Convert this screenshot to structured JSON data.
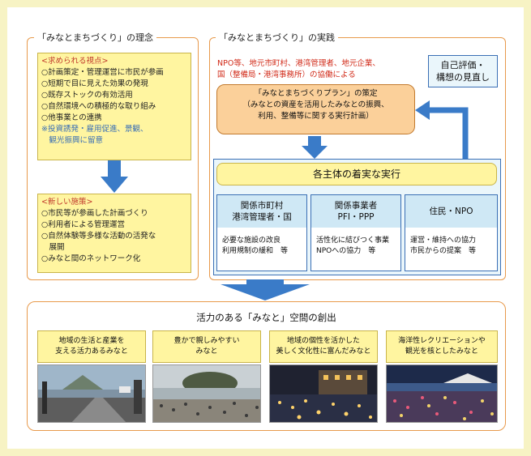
{
  "philosophy": {
    "tab": "「みなとまちづくり」の理念",
    "viewpoints": {
      "heading": "<求められる視点>",
      "items": [
        "○計画策定・管理運営に市民が参画",
        "○短期で目に見えた効果の発現",
        "○既存ストックの有効活用",
        "○自然環境への積極的な取り組み",
        "○他事業との連携"
      ],
      "note_lines": [
        "※投資誘発・雇用促進、景観、",
        "　観光振興に留意"
      ]
    },
    "measures": {
      "heading": "<新しい施策>",
      "items": [
        "○市民等が参画した計画づくり",
        "○利用者による管理運営",
        "○自然体験等多様な活動の活発な",
        "　展開",
        "○みなと間のネットワーク化"
      ]
    }
  },
  "practice": {
    "tab": "「みなとまちづくり」の実践",
    "cooperation_lines": [
      "NPO等、地元市町村、港湾管理者、地元企業、",
      "国（整備局・港湾事務所）の協働による"
    ],
    "plan": {
      "title": "「みなとまちづくりプラン」の策定",
      "lines": [
        "（みなとの資産を活用したみなとの振興、",
        "利用、整備等に関する実行計画）"
      ]
    },
    "self_eval_lines": [
      "自己評価・",
      "構想の見直し"
    ],
    "execution": {
      "title": "各主体の着実な実行",
      "columns": [
        {
          "head": [
            "関係市町村",
            "港湾管理者・国"
          ],
          "body": [
            "必要な施設の改良",
            "利用規制の緩和　等"
          ]
        },
        {
          "head": [
            "関係事業者",
            "PFI・PPP"
          ],
          "body": [
            "活性化に結びつく事業",
            "NPOへの協力　等"
          ]
        },
        {
          "head": [
            "住民・NPO"
          ],
          "body": [
            "運営・維持への協力",
            "市民からの提案　等"
          ]
        }
      ]
    }
  },
  "outcome": {
    "title": "活力のある「みなと」空間の創出",
    "cards": [
      {
        "lines": [
          "地域の生活と産業を",
          "支える活力あるみなと"
        ],
        "photo": "harbor-road-icon"
      },
      {
        "lines": [
          "豊かで親しみやすい",
          "みなと"
        ],
        "photo": "island-beach-icon"
      },
      {
        "lines": [
          "地域の個性を活かした",
          "美しく文化性に富んだみなと"
        ],
        "photo": "night-lanterns-icon"
      },
      {
        "lines": [
          "海洋性レクリエーションや",
          "観光を核としたみなと"
        ],
        "photo": "crowd-waterfront-icon"
      }
    ]
  },
  "colors": {
    "panel_border": "#e89a4c",
    "yellow_box": "#fff5a0",
    "plan_fill": "#fbd09a",
    "arrow_blue": "#3a7bc8",
    "accent_red": "#d12a18",
    "exec_border": "#3a6fb5"
  }
}
